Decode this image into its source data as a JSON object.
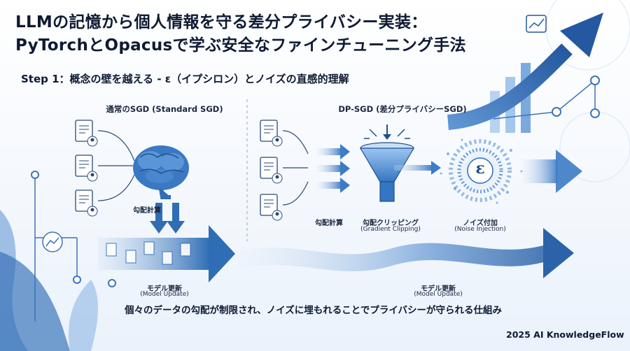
{
  "header": {
    "title_line1": "LLMの記憶から個人情報を守る差分プライバシー実装：",
    "title_line2": "PyTorchとOpacusで学ぶ安全なファインチューニング手法",
    "step": "Step 1：概念の壁を越える - ε（イプシロン）とノイズの直感的理解"
  },
  "left_panel": {
    "heading": "通常のSGD (Standard SGD)",
    "gradient_label": "勾配計算",
    "update_label": "モデル更新",
    "update_sub": "(Model Update)"
  },
  "right_panel": {
    "heading": "DP-SGD (差分プライバシーSGD)",
    "gradient_label": "勾配計算",
    "clip_label": "勾配クリッピング",
    "clip_sub": "(Gradient Clipping)",
    "noise_label": "ノイズ付加",
    "noise_sub": "(Noise Injection)",
    "epsilon_symbol": "ε",
    "update_label": "モデル更新",
    "update_sub": "(Model Update)"
  },
  "caption": "個々のデータの勾配が制限され、ノイズに埋もれることでプライバシーが守られる仕組み",
  "footer": "2025 AI KnowledgeFlow",
  "colors": {
    "primary_blue": "#2f6db5",
    "light_blue": "#8fb8e6",
    "navy_text": "#0e1a33"
  }
}
